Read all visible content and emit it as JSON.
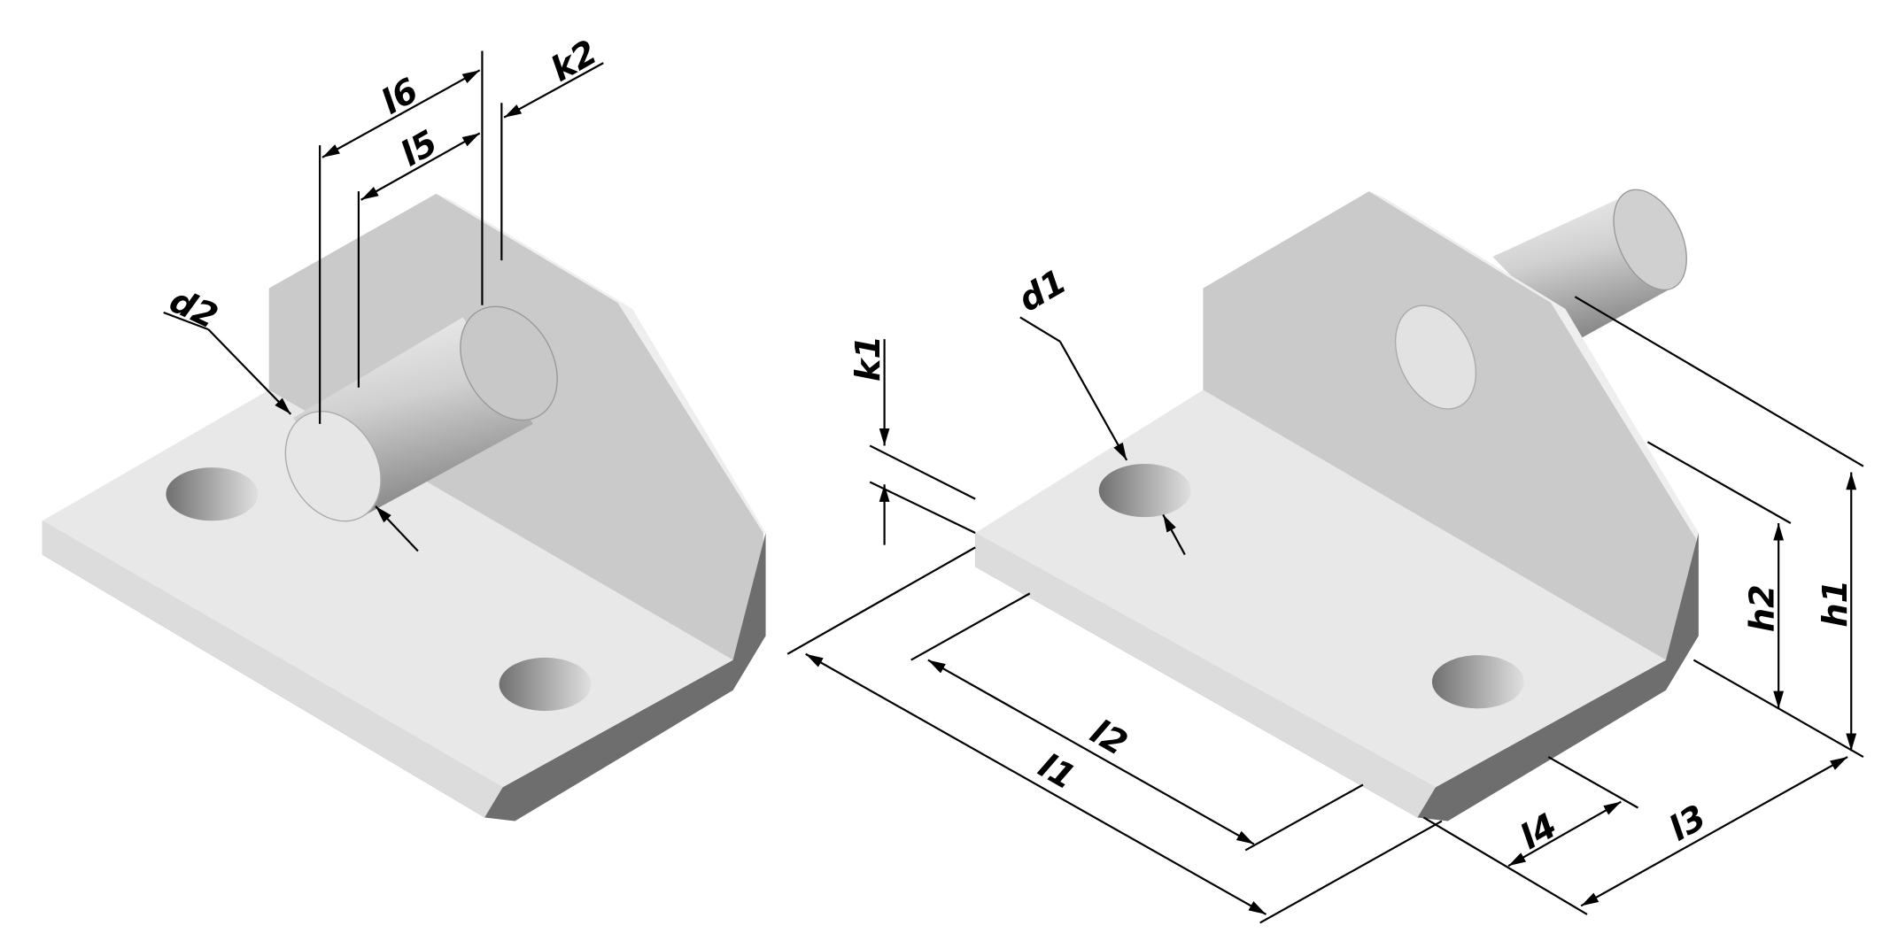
{
  "left_part": {
    "labels": {
      "d2": "d2",
      "l6": "l6",
      "l5": "l5",
      "k2": "k2"
    }
  },
  "right_part": {
    "labels": {
      "d1": "d1",
      "k1": "k1",
      "h1": "h1",
      "h2": "h2",
      "l1": "l1",
      "l2": "l2",
      "l3": "l3",
      "l4": "l4"
    }
  },
  "colors": {
    "face_light": "#e8e8e8",
    "face_mid": "#cacaca",
    "edge_dark": "#6e6e6e",
    "lines": "#000000"
  }
}
